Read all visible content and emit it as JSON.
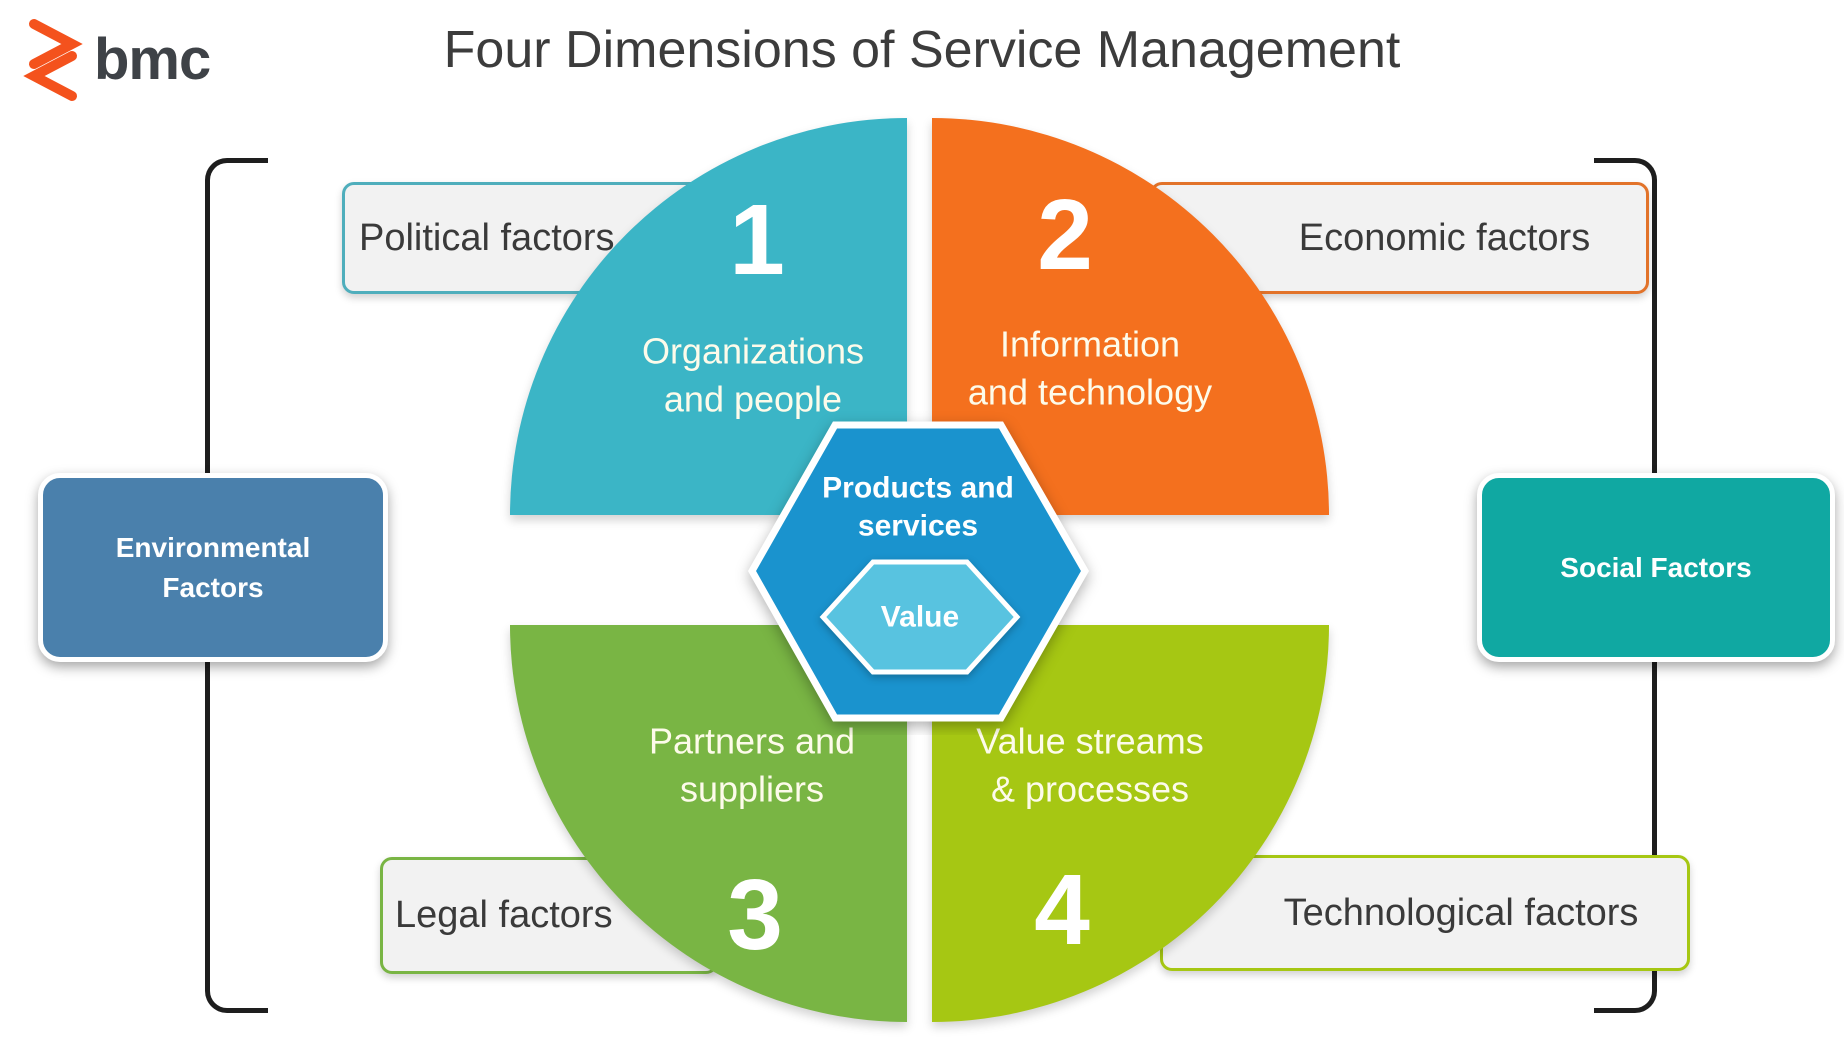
{
  "title": "Four Dimensions of Service Management",
  "logo": {
    "text": "bmc",
    "icon_color": "#f4521d",
    "text_color": "#3e4247"
  },
  "quadrants": {
    "q1": {
      "number": "1",
      "label_line1": "Organizations",
      "label_line2": "and people",
      "color": "#3bb5c6"
    },
    "q2": {
      "number": "2",
      "label_line1": "Information",
      "label_line2": "and technology",
      "color": "#f4701e"
    },
    "q3": {
      "number": "3",
      "label_line1": "Partners and",
      "label_line2": "suppliers",
      "color": "#79b544"
    },
    "q4": {
      "number": "4",
      "label_line1": "Value streams",
      "label_line2": "& processes",
      "color": "#a6c713"
    }
  },
  "center_hexagon": {
    "label_line1": "Products and",
    "label_line2": "services",
    "color": "#1a93ce"
  },
  "value_hexagon": {
    "label": "Value",
    "color": "#58c3e0"
  },
  "factor_boxes": {
    "political": {
      "label": "Political factors",
      "border_color": "#4faebc"
    },
    "economic": {
      "label": "Economic factors",
      "border_color": "#e2732a"
    },
    "legal": {
      "label": "Legal factors",
      "border_color": "#79b544"
    },
    "technological": {
      "label": "Technological factors",
      "border_color": "#a6c713"
    }
  },
  "side_boxes": {
    "environmental": {
      "label_line1": "Environmental",
      "label_line2": "Factors",
      "color": "#4a80ac"
    },
    "social": {
      "label": "Social Factors",
      "color": "#10a8a2"
    }
  }
}
